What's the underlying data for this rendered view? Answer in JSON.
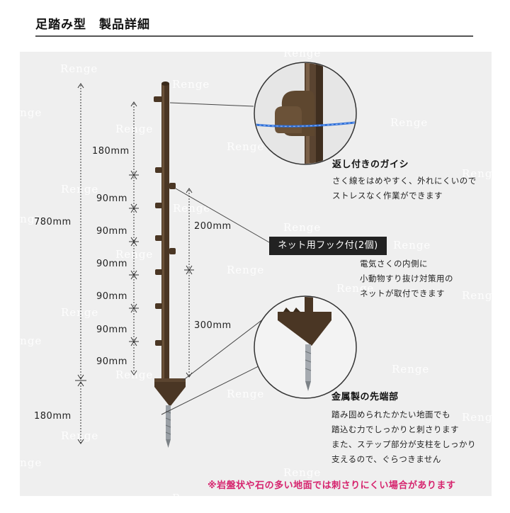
{
  "header": {
    "title": "足踏み型　製品詳細"
  },
  "watermark": {
    "text": "Renge"
  },
  "dimensions": {
    "total": "780mm",
    "top_section": "180mm",
    "spacings": [
      "90mm",
      "90mm",
      "90mm",
      "90mm",
      "90mm",
      "90mm"
    ],
    "spike": "180mm",
    "net_upper": "200mm",
    "net_lower": "300mm"
  },
  "callouts": {
    "hook": {
      "title": "返し付きのガイシ",
      "lines": [
        "さく線をはめやすく、外れにくいので",
        "ストレスなく作業ができます"
      ]
    },
    "net": {
      "label": "ネット用フック付(2個)",
      "lines": [
        "電気さくの内側に",
        "小動物すり抜け対策用の",
        "ネットが取付できます"
      ]
    },
    "tip": {
      "title": "金属製の先端部",
      "lines": [
        "踏み固められたかたい地面でも",
        "踏込む力でしっかりと刺さります",
        "また、ステップ部分が支柱をしっかり",
        "支えるので、ぐらつきません"
      ]
    }
  },
  "warning": "※岩盤状や石の多い地面では刺さりにくい場合があります",
  "colors": {
    "post": "#4a3624",
    "wire": "#2f6fd6",
    "warning": "#d6246e",
    "panel": "#efefef"
  }
}
